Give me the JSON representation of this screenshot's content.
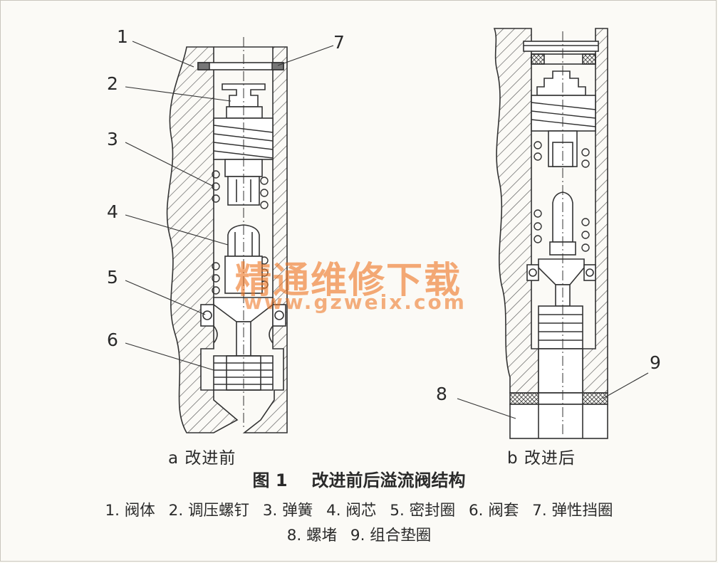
{
  "figure": {
    "caption_num": "图 1",
    "caption_text": "改进前后溢流阀结构",
    "sub_captions": {
      "a": "a 改进前",
      "b": "b 改进后"
    }
  },
  "callouts": {
    "a": [
      "1",
      "2",
      "3",
      "4",
      "5",
      "6",
      "7"
    ],
    "b": [
      "8",
      "9"
    ]
  },
  "legend": {
    "line1": [
      "1. 阀体",
      "2. 调压螺钉",
      "3. 弹簧",
      "4. 阀芯",
      "5. 密封圈",
      "6. 阀套",
      "7. 弹性挡圈"
    ],
    "line2": [
      "8. 螺堵",
      "9. 组合垫圈"
    ]
  },
  "watermark": {
    "text": "精通维修下载",
    "url": "www.gzweix.com"
  },
  "colors": {
    "line": "#333333",
    "hatch": "#555555",
    "background": "#fbfaf6",
    "watermark": "#ee7624"
  }
}
